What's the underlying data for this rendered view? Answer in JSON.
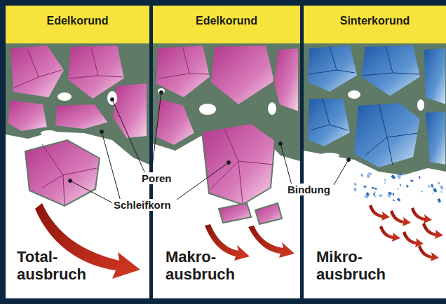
{
  "diagram": {
    "nodes": [
      {
        "text": [
          "Total- ausbruch"
        ]
      },
      {
        "text": [
          "Edelkorund"
        ],
        "in": 0
      },
      {
        "text": [
          "Makro- ausbruch"
        ]
      },
      {
        "text": [
          "Edelkorund"
        ],
        "in": 2
      },
      {
        "text": [
          "Mikro- ausbruch"
        ]
      },
      {
        "text": [
          "Sinterkorund"
        ],
        "in": 4
      }
    ],
    "labels": [
      "Poren",
      "Schleifkorn",
      "Bindung"
    ]
  }
}
